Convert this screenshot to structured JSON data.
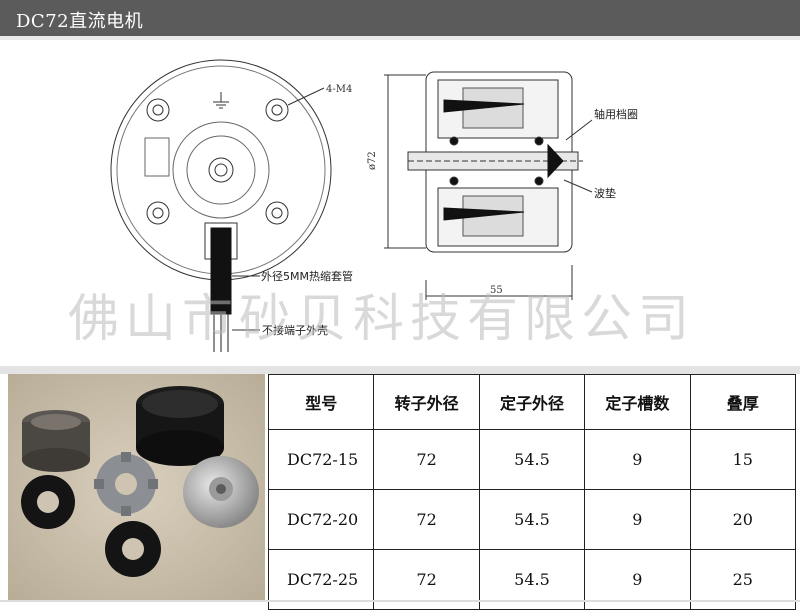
{
  "header": {
    "title": "DC72直流电机"
  },
  "drawing": {
    "labels": {
      "screws": "4-M4",
      "heat_shrink": "外径5MM热缩套管",
      "terminal": "不接端子外壳",
      "shaft_ring": "轴用档圈",
      "wave_washer": "波垫",
      "diameter": "ø72",
      "length": "55"
    },
    "watermark": "佛山市砂贝科技有限公司"
  },
  "photo": {
    "alt": "motor-parts-photo"
  },
  "table": {
    "headers": [
      "型号",
      "转子外径",
      "定子外径",
      "定子槽数",
      "叠厚"
    ],
    "rows": [
      [
        "DC72-15",
        "72",
        "54.5",
        "9",
        "15"
      ],
      [
        "DC72-20",
        "72",
        "54.5",
        "9",
        "20"
      ],
      [
        "DC72-25",
        "72",
        "54.5",
        "9",
        "25"
      ]
    ]
  }
}
